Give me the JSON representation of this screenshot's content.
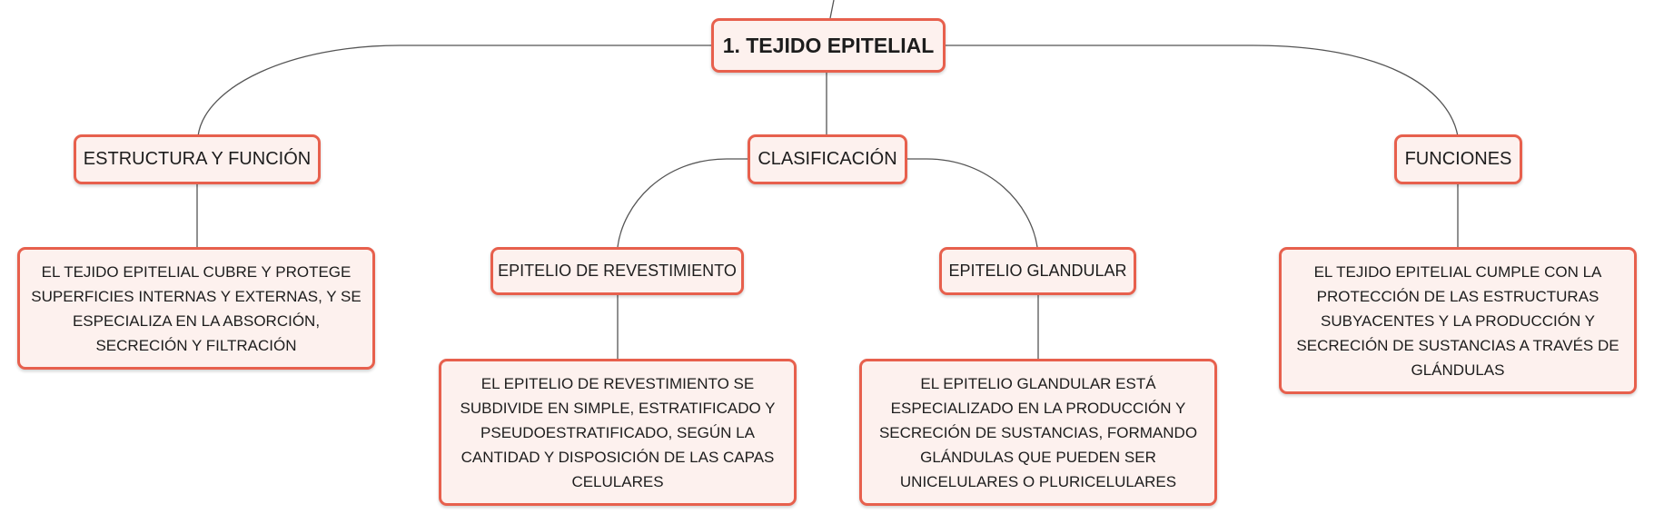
{
  "root": {
    "label": "1. TEJIDO EPITELIAL"
  },
  "branches": {
    "estructura": {
      "label": "ESTRUCTURA Y FUNCIÓN",
      "description": "EL TEJIDO EPITELIAL CUBRE Y PROTEGE SUPERFICIES INTERNAS Y EXTERNAS, Y SE ESPECIALIZA EN LA ABSORCIÓN, SECRECIÓN Y FILTRACIÓN"
    },
    "clasificacion": {
      "label": "CLASIFICACIÓN",
      "revestimiento": {
        "label": "EPITELIO DE REVESTIMIENTO",
        "description": "EL EPITELIO DE REVESTIMIENTO SE SUBDIVIDE EN SIMPLE, ESTRATIFICADO Y PSEUDOESTRATIFICADO, SEGÚN LA CANTIDAD Y DISPOSICIÓN DE LAS CAPAS CELULARES"
      },
      "glandular": {
        "label": "EPITELIO GLANDULAR",
        "description": "EL EPITELIO GLANDULAR ESTÁ ESPECIALIZADO EN LA PRODUCCIÓN Y SECRECIÓN DE SUSTANCIAS, FORMANDO GLÁNDULAS QUE PUEDEN SER UNICELULARES O PLURICELULARES"
      }
    },
    "funciones": {
      "label": "FUNCIONES",
      "description": "EL TEJIDO EPITELIAL CUMPLE CON LA PROTECCIÓN DE LAS ESTRUCTURAS SUBYACENTES Y LA PRODUCCIÓN Y SECRECIÓN DE SUSTANCIAS A TRAVÉS DE GLÁNDULAS"
    }
  },
  "colors": {
    "node_border": "#e7604d",
    "node_fill": "#fdf1ee",
    "connector": "#555555",
    "text": "#1d1d1d"
  }
}
